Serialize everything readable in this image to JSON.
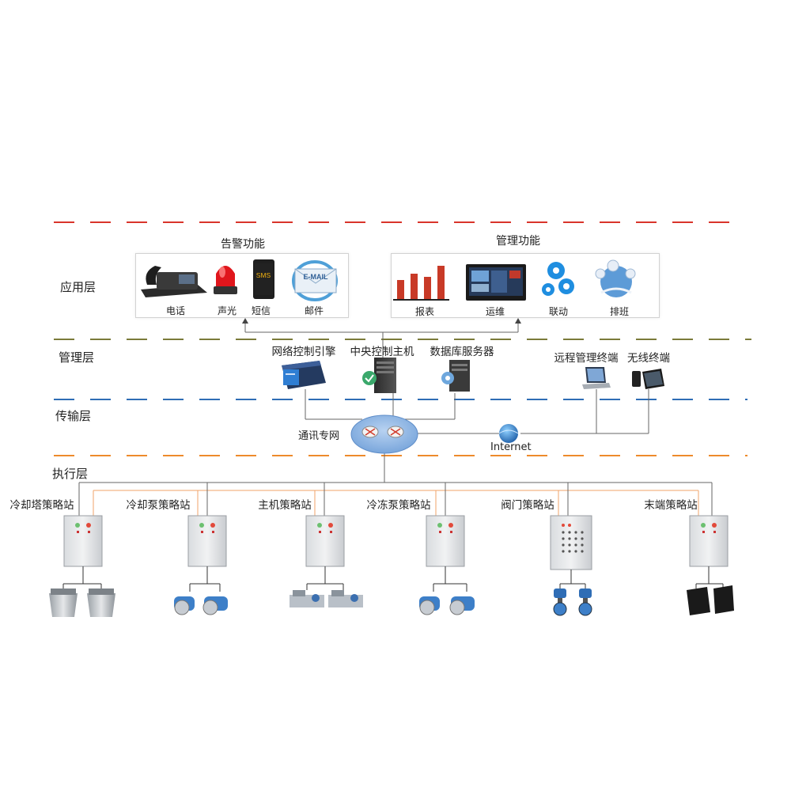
{
  "layers": {
    "application": "应用层",
    "management": "管理层",
    "transport": "传输层",
    "execution": "执行层"
  },
  "alarm": {
    "title": "告警功能",
    "items": [
      "电话",
      "声光",
      "短信",
      "邮件"
    ],
    "sms_text": "SMS",
    "email_text": "E-MAIL"
  },
  "mgmt_func": {
    "title": "管理功能",
    "items": [
      "报表",
      "运维",
      "联动",
      "排班"
    ]
  },
  "servers": {
    "engine": "网络控制引擎",
    "host": "中央控制主机",
    "db": "数据库服务器",
    "remote": "远程管理终端",
    "wireless": "无线终端"
  },
  "network": {
    "private": "通讯专网",
    "internet": "Internet"
  },
  "stations": [
    "冷却塔策略站",
    "冷却泵策略站",
    "主机策略站",
    "冷冻泵策略站",
    "阀门策略站",
    "末端策略站"
  ],
  "colors": {
    "line_app": "#d9342b",
    "line_mgmt": "#7a7a3a",
    "line_trans": "#2f6db5",
    "line_exec": "#ee8a2c",
    "bar_red": "#c83a27",
    "accent_blue": "#2e7bd6",
    "wire_orange": "#f0a36a",
    "wire_gray": "#666666"
  }
}
